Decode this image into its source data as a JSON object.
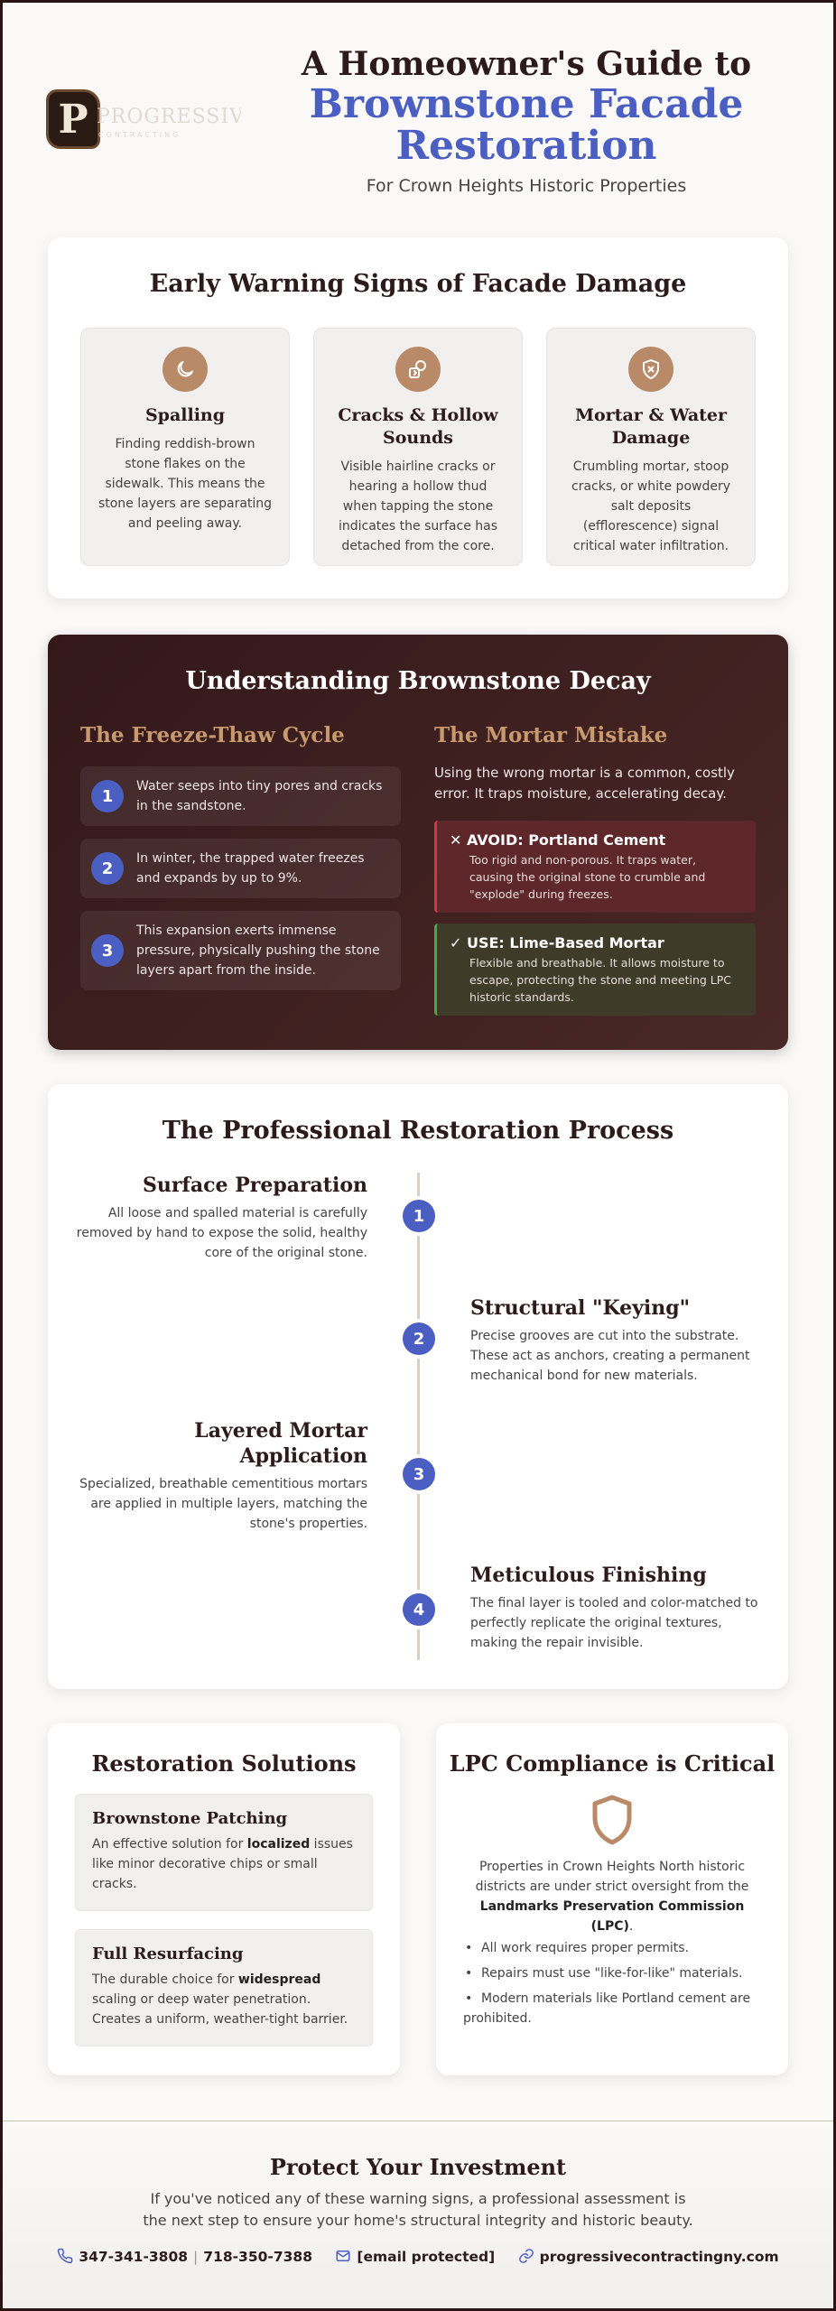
{
  "header": {
    "logo_letter": "P",
    "logo_text": "PROGRESSIVE",
    "logo_sub": "CONTRACTING",
    "title_line1": "A Homeowner's Guide to",
    "title_line2": "Brownstone Facade",
    "title_line3": "Restoration",
    "subtitle": "For Crown Heights Historic Properties"
  },
  "warning": {
    "title": "Early Warning Signs of Facade Damage",
    "signs": [
      {
        "icon": "moon-icon",
        "title": "Spalling",
        "text": "Finding reddish-brown stone flakes on the sidewalk. This means the stone layers are separating and peeling away."
      },
      {
        "icon": "cracked-stone-icon",
        "title": "Cracks & Hollow Sounds",
        "text": "Visible hairline cracks or hearing a hollow thud when tapping the stone indicates the surface has detached from the core."
      },
      {
        "icon": "shield-x-icon",
        "title": "Mortar & Water Damage",
        "text": "Crumbling mortar, stoop cracks, or white powdery salt deposits (efflorescence) signal critical water infiltration."
      }
    ]
  },
  "decay": {
    "title": "Understanding Brownstone Decay",
    "freeze_title": "The Freeze-Thaw Cycle",
    "steps": [
      {
        "num": "1",
        "text": "Water seeps into tiny pores and cracks in the sandstone."
      },
      {
        "num": "2",
        "text": "In winter, the trapped water freezes and expands by up to 9%."
      },
      {
        "num": "3",
        "text": "This expansion exerts immense pressure, physically pushing the stone layers apart from the inside."
      }
    ],
    "mortar_title": "The Mortar Mistake",
    "mortar_intro": "Using the wrong mortar is a common, costly error. It traps moisture, accelerating decay.",
    "avoid_head": "AVOID: Portland Cement",
    "avoid_text": "Too rigid and non-porous. It traps water, causing the original stone to crumble and \"explode\" during freezes.",
    "use_head": "USE: Lime-Based Mortar",
    "use_text": "Flexible and breathable. It allows moisture to escape, protecting the stone and meeting LPC historic standards."
  },
  "process": {
    "title": "The Professional Restoration Process",
    "steps": [
      {
        "num": "1",
        "title": "Surface Preparation",
        "text": "All loose and spalled material is carefully removed by hand to expose the solid, healthy core of the original stone."
      },
      {
        "num": "2",
        "title": "Structural \"Keying\"",
        "text": "Precise grooves are cut into the substrate. These act as anchors, creating a permanent mechanical bond for new materials."
      },
      {
        "num": "3",
        "title": "Layered Mortar Application",
        "text": "Specialized, breathable cementitious mortars are applied in multiple layers, matching the stone's properties."
      },
      {
        "num": "4",
        "title": "Meticulous Finishing",
        "text": "The final layer is tooled and color-matched to perfectly replicate the original textures, making the repair invisible."
      }
    ]
  },
  "solutions": {
    "title": "Restoration Solutions",
    "patch_head": "Brownstone Patching",
    "patch_pre": "An effective solution for ",
    "patch_bold": "localized",
    "patch_post": " issues like minor decorative chips or small cracks.",
    "resurf_head": "Full Resurfacing",
    "resurf_pre": "The durable choice for ",
    "resurf_bold": "widespread",
    "resurf_post": " scaling or deep water penetration. Creates a uniform, weather-tight barrier."
  },
  "lpc": {
    "title": "LPC Compliance is Critical",
    "text_pre": "Properties in Crown Heights North historic districts are under strict oversight from the ",
    "text_bold": "Landmarks Preservation Commission (LPC)",
    "text_post": ".",
    "bullets": [
      "All work requires proper permits.",
      "Repairs must use \"like-for-like\" materials.",
      "Modern materials like Portland cement are prohibited."
    ]
  },
  "footer": {
    "title": "Protect Your Investment",
    "text": "If you've noticed any of these warning signs, a professional assessment is the next step to ensure your home's structural integrity and historic beauty.",
    "phone1": "347-341-3808",
    "phone_sep": "|",
    "phone2": "718-350-7388",
    "email": "[email protected]",
    "website": "progressivecontractingny.com"
  },
  "colors": {
    "accent_blue": "#4a5fc1",
    "brown": "#b98a67",
    "dark_bg": "#33181a",
    "avoid_red": "#cf3a3a",
    "use_green": "#4aa840"
  }
}
